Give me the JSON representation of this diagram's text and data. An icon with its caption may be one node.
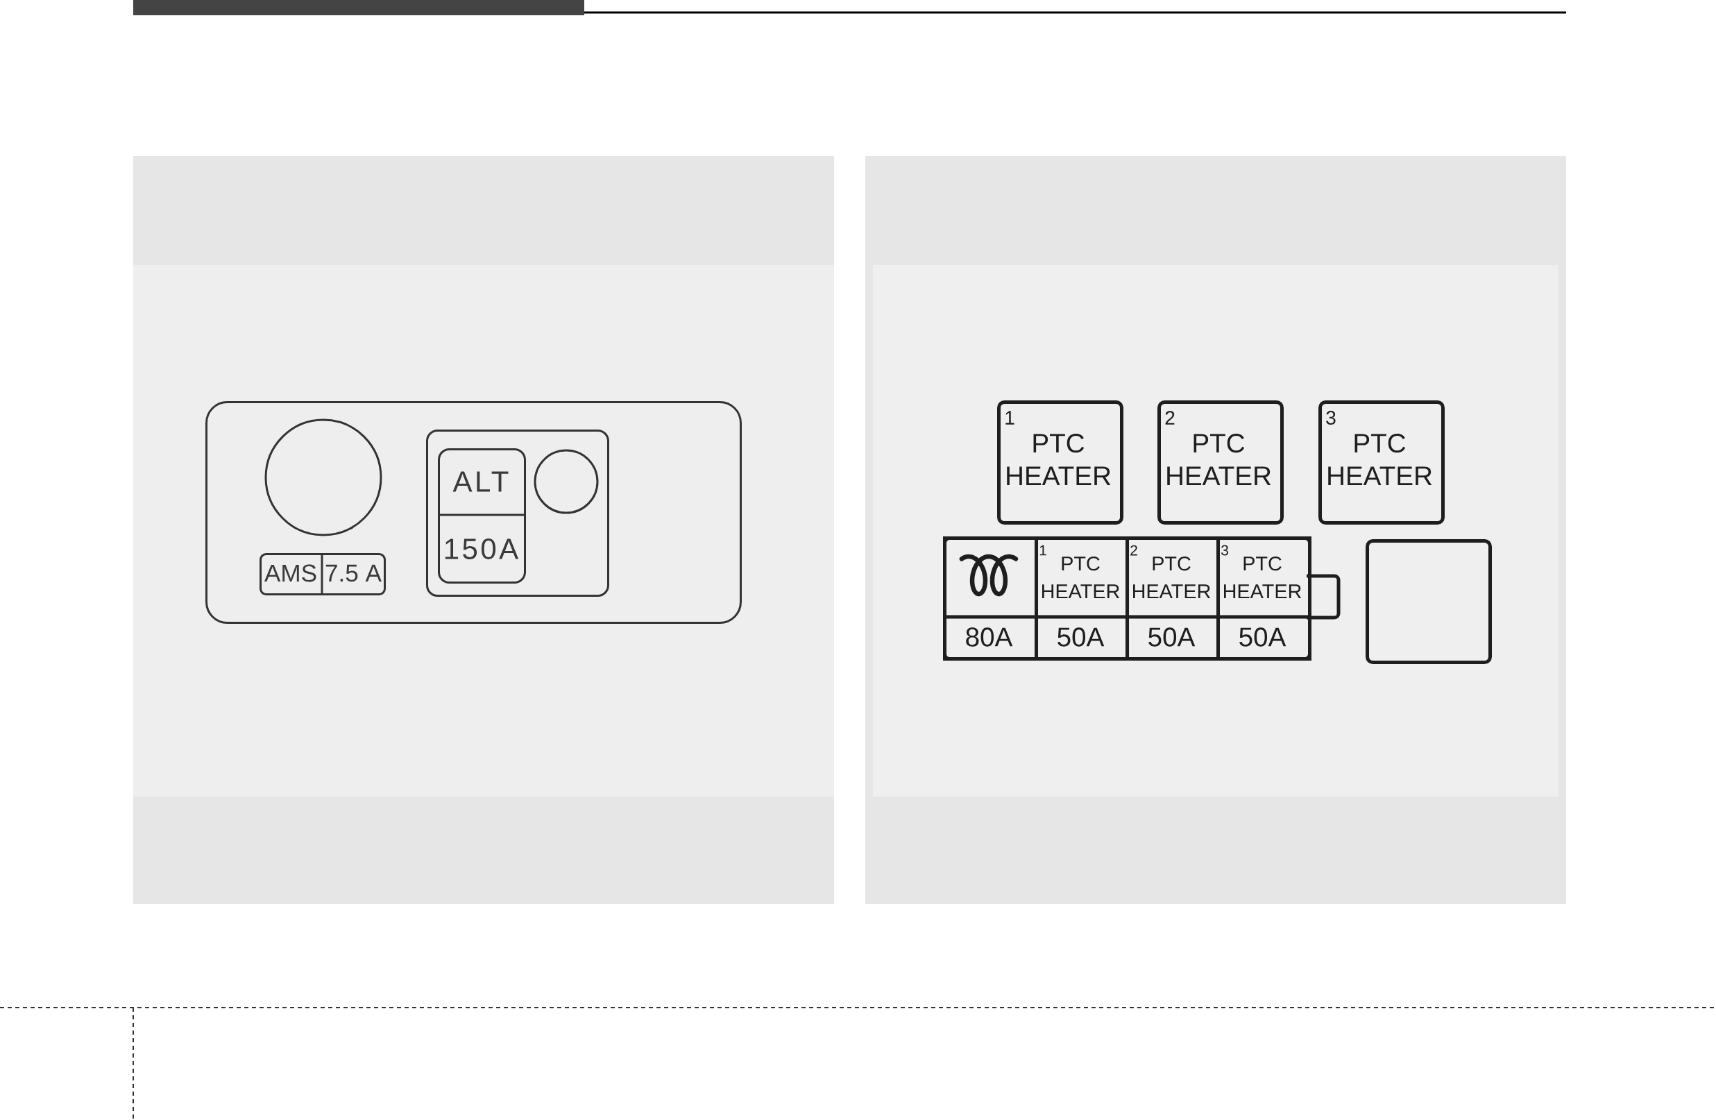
{
  "diagram": {
    "nodes": [
      {
        "text": [],
        "shape": "box"
      },
      {
        "text": [],
        "shape": "circle",
        "in": 0
      },
      {
        "text": [
          "AMS",
          "7.5 A"
        ],
        "in": 0
      },
      {
        "text": [],
        "shape": "box",
        "in": 0
      },
      {
        "text": [
          "ALT",
          "150A"
        ],
        "in": 3
      },
      {
        "text": [],
        "shape": "circle",
        "in": 3
      },
      {
        "text": [
          "1",
          "PTC HEATER"
        ]
      },
      {
        "text": [
          "2",
          "PTC HEATER"
        ]
      },
      {
        "text": [
          "3",
          "PTC HEATER"
        ]
      },
      {
        "text": [],
        "shape": "box"
      },
      {
        "text": [
          "80A"
        ],
        "in": 9
      },
      {
        "text": [
          "1",
          "PTC HEATER",
          "50A"
        ],
        "in": 9
      },
      {
        "text": [
          "2",
          "PTC HEATER",
          "50A"
        ],
        "in": 9
      },
      {
        "text": [
          "3",
          "PTC HEATER",
          "50A"
        ],
        "in": 9
      },
      {
        "text": [],
        "shape": "box"
      }
    ]
  }
}
